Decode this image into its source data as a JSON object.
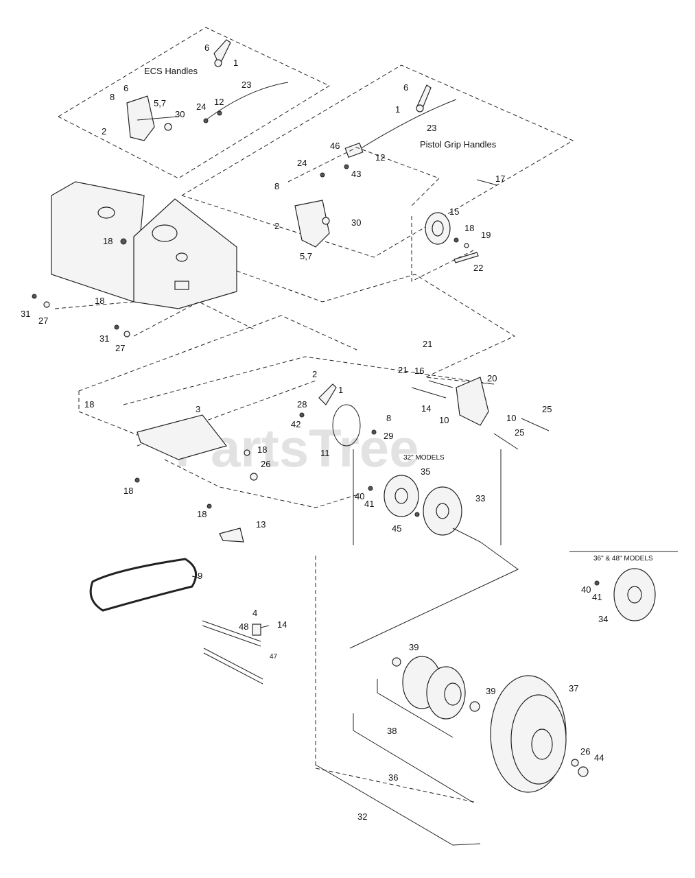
{
  "headings": {
    "ecs": "ECS Handles",
    "pistol": "Pistol Grip Handles",
    "models32": "32\" MODELS",
    "models3648": "36\" & 48\" MODELS"
  },
  "watermark": "PartsTree",
  "callouts": {
    "c6a": "6",
    "c1a": "1",
    "c8a": "8",
    "c6b": "6",
    "c57a": "5,7",
    "c30a": "30",
    "c2a": "2",
    "c24a": "24",
    "c12a": "12",
    "c23a": "23",
    "c6c": "6",
    "c1b": "1",
    "c23b": "23",
    "c46": "46",
    "c12b": "12",
    "c24b": "24",
    "c43": "43",
    "c17": "17",
    "c8b": "8",
    "c2b": "2",
    "c30b": "30",
    "c57b": "5,7",
    "c15": "15",
    "c18a": "18",
    "c19": "19",
    "c22": "22",
    "c18b": "18",
    "c18c": "18",
    "c31a": "31",
    "c27a": "27",
    "c31b": "31",
    "c27b": "27",
    "c21a": "21",
    "c21b": "21",
    "c16": "16",
    "c20": "20",
    "c14a": "14",
    "c10a": "10",
    "c10b": "10",
    "c25a": "25",
    "c25b": "25",
    "c2c": "2",
    "c1c": "1",
    "c3": "3",
    "c18d": "18",
    "c28": "28",
    "c42": "42",
    "c8c": "8",
    "c29": "29",
    "c11": "11",
    "c18e": "18",
    "c26a": "26",
    "c18f": "18",
    "c18g": "18",
    "c13": "13",
    "c35": "35",
    "c40a": "40",
    "c41a": "41",
    "c33": "33",
    "c45": "45",
    "c40b": "40",
    "c41b": "41",
    "c34": "34",
    "c9": "9",
    "c4": "4",
    "c48": "48",
    "c14b": "14",
    "c47": "47",
    "c39a": "39",
    "c39b": "39",
    "c37": "37",
    "c38": "38",
    "c26b": "26",
    "c44": "44",
    "c36": "36",
    "c32": "32"
  },
  "colors": {
    "ink": "#222222",
    "watermark": "#d9d9d9"
  }
}
